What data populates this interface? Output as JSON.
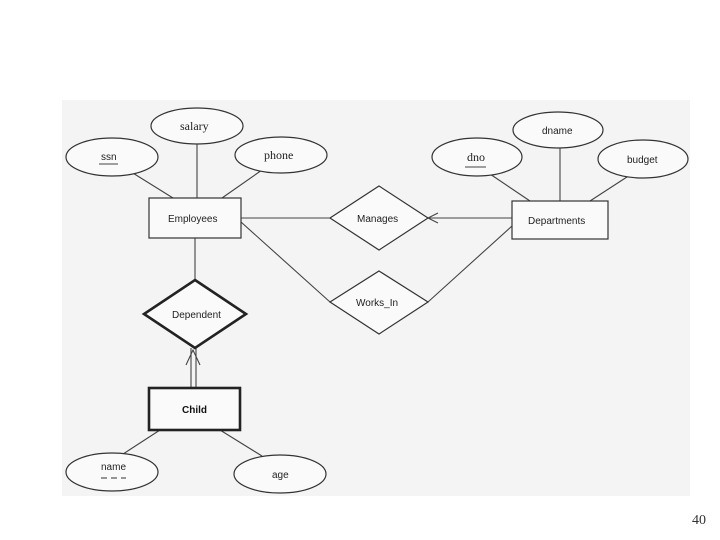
{
  "entities": {
    "employees": "Employees",
    "departments": "Departments",
    "child": "Child"
  },
  "relationships": {
    "manages": "Manages",
    "works_in": "Works_In",
    "dependent": "Dependent"
  },
  "attributes": {
    "salary": "salary",
    "ssn": "ssn",
    "phone": "phone",
    "dname": "dname",
    "dno": "dno",
    "budget": "budget",
    "name": "name",
    "age": "age"
  },
  "page_number": "40"
}
